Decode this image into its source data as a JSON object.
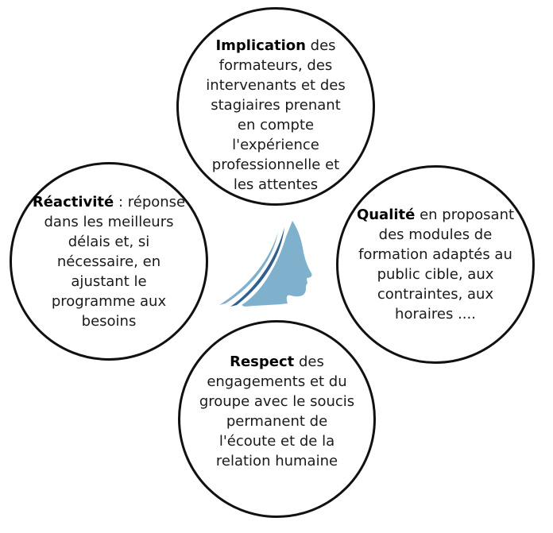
{
  "circles": {
    "top": {
      "bold": "Implication",
      "text": " des formateurs, des intervenants et des stagiaires prenant en compte l'expérience professionnelle et les attentes"
    },
    "left": {
      "bold": "Réactivité",
      "text": " : réponse dans les meilleurs délais et, si nécessaire, en  ajustant le programme aux besoins"
    },
    "right": {
      "bold": "Qualité",
      "text": " en proposant des modules de formation adaptés au public cible, aux contraintes, aux horaires ...."
    },
    "bottom": {
      "bold": "Respect",
      "text": " des engagements et du groupe avec le soucis permanent de l'écoute et de la relation humaine"
    }
  },
  "colors": {
    "circle_border": "#111111",
    "logo_light_blue": "#7fb1cc",
    "logo_dark_blue": "#2f5f8f"
  },
  "logo_icon": "head-profile-icon"
}
